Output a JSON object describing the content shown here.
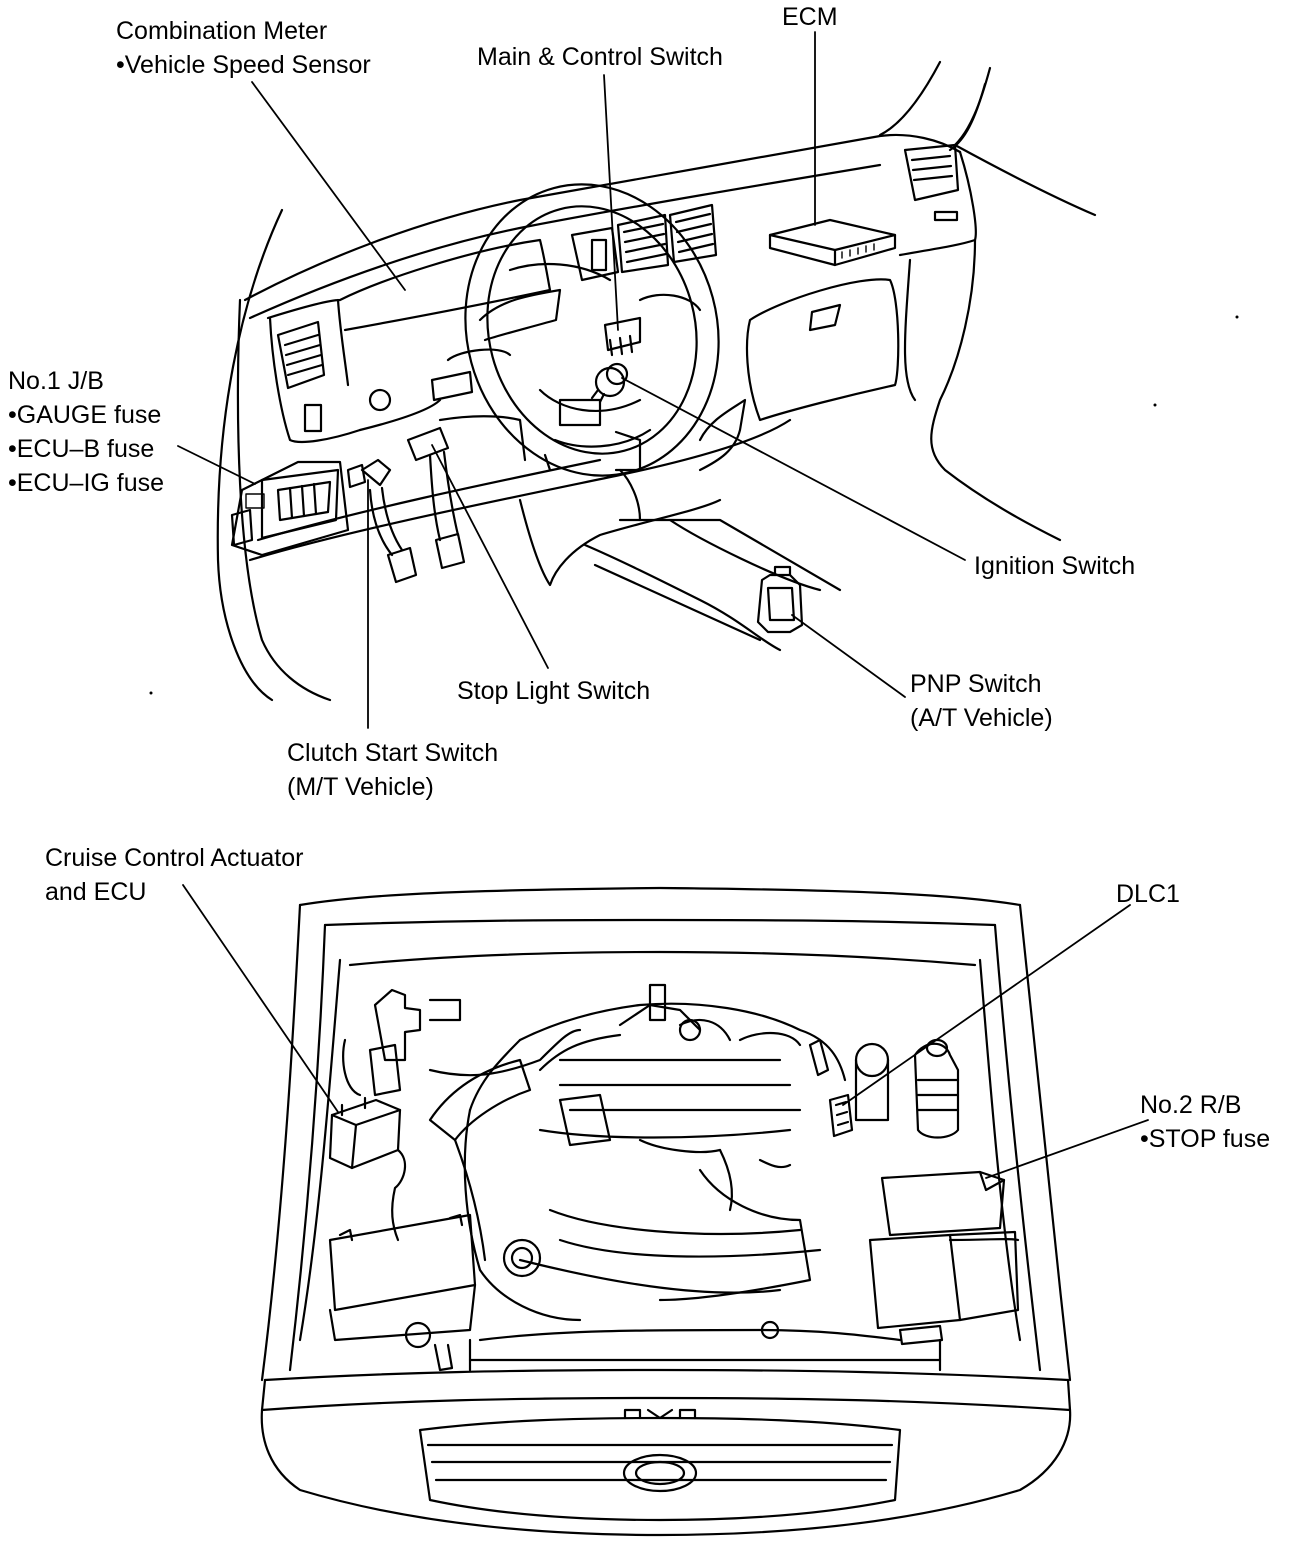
{
  "labels": {
    "combination_meter": {
      "line1": "Combination Meter",
      "line2": "•Vehicle Speed Sensor"
    },
    "main_control_switch": "Main & Control Switch",
    "ecm": "ECM",
    "no1_jb": {
      "line1": "No.1 J/B",
      "line2": "•GAUGE fuse",
      "line3": "•ECU–B fuse",
      "line4": "•ECU–IG fuse"
    },
    "ignition_switch": "Ignition Switch",
    "stop_light_switch": "Stop Light Switch",
    "pnp_switch": {
      "line1": "PNP Switch",
      "line2": "(A/T Vehicle)"
    },
    "clutch_start_switch": {
      "line1": "Clutch Start Switch",
      "line2": "(M/T Vehicle)"
    },
    "cruise_control_actuator": {
      "line1": "Cruise Control Actuator",
      "line2": "and ECU"
    },
    "dlc1": "DLC1",
    "no2_rb": {
      "line1": "No.2 R/B",
      "line2": "•STOP fuse"
    }
  },
  "colors": {
    "ink": "#000000",
    "paper": "#ffffff"
  }
}
